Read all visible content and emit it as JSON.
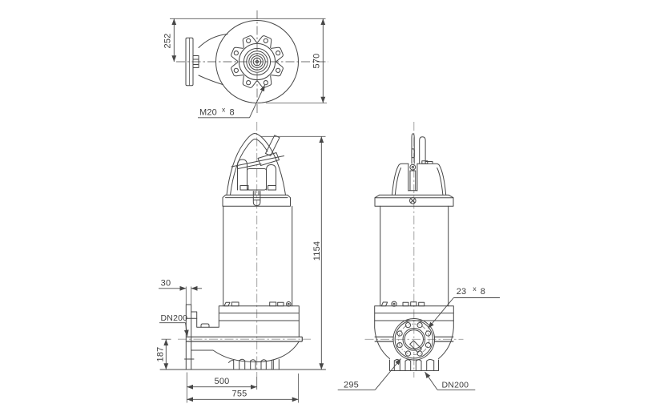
{
  "page": {
    "background": "#ffffff"
  },
  "colors": {
    "outline": "#474747",
    "centerline": "#9a9a9a",
    "text": "#3c3c3c"
  },
  "top_view": {
    "dim_inlet_to_center": "252",
    "dim_overall_diameter": "570",
    "bolt_note": {
      "thread": "M20",
      "multiplier": "x",
      "count": "8"
    }
  },
  "side_view": {
    "dim_flange_thickness": "30",
    "label_discharge_flange": "DN200",
    "dim_center_to_bottom": "187",
    "dim_flange_to_center": "500",
    "dim_overall_length": "755",
    "dim_overall_height": "1154"
  },
  "front_view": {
    "hole_note": {
      "diameter": "23",
      "multiplier": "x",
      "count": "8"
    },
    "dim_bolt_circle": "295",
    "label_suction_flange": "DN200"
  }
}
